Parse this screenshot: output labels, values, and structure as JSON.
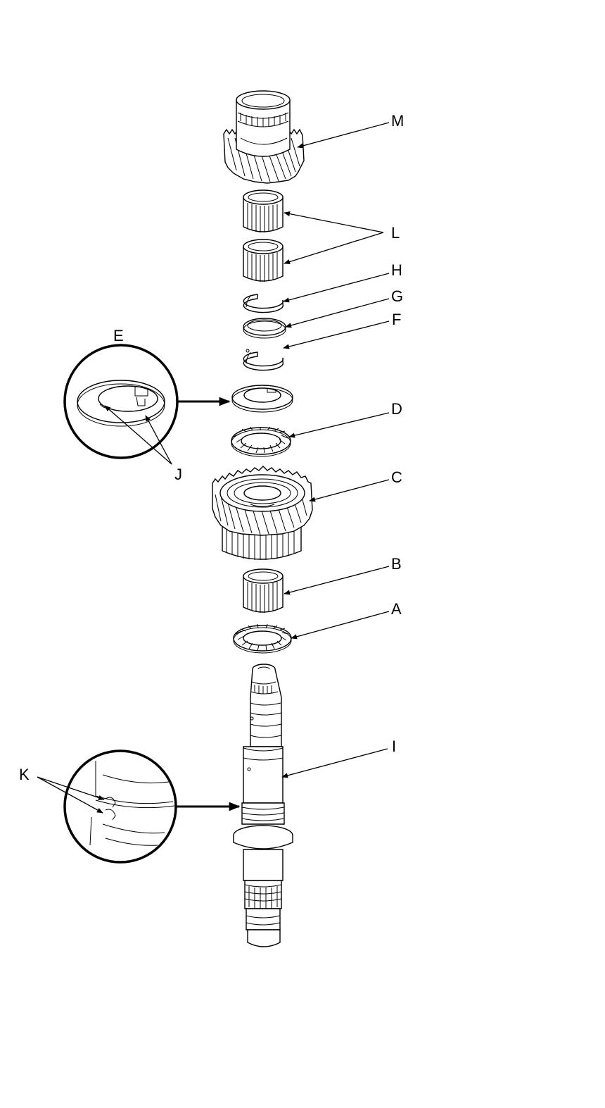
{
  "labels": {
    "A": "A",
    "B": "B",
    "C": "C",
    "D": "D",
    "E": "E",
    "F": "F",
    "G": "G",
    "H": "H",
    "I": "I",
    "J": "J",
    "K": "K",
    "L": "L",
    "M": "M"
  },
  "colors": {
    "line": "#000000",
    "background": "#ffffff"
  }
}
